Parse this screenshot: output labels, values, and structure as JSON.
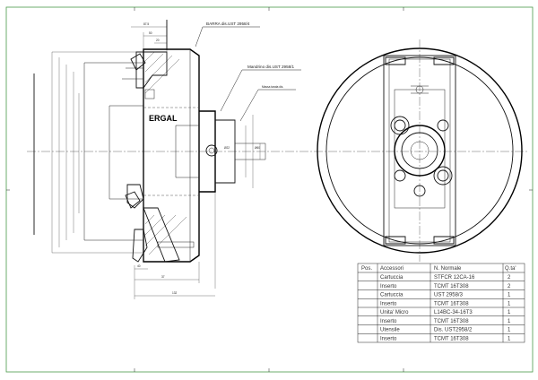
{
  "drawing": {
    "brand": "ERGAL",
    "callouts": {
      "barra": "BARRA dis.UST 2958/4",
      "mandrino": "Mandrino dis.UST 2958/1",
      "massa": "Massa tarata dis."
    },
    "dimensions": {
      "top_1": "87.5",
      "top_2": "50",
      "top_3": "20",
      "bottom_1": "40",
      "bottom_2": "37",
      "bottom_3": "132",
      "small_center": "Ø22",
      "mid_right": "Ø60"
    }
  },
  "table": {
    "headers": [
      "Pos.",
      "Accessori",
      "N. Normale",
      "Q.ta'"
    ],
    "rows": [
      [
        "",
        "Cartuccia",
        "STFCR 12CA-16",
        "2"
      ],
      [
        "",
        "Inserto",
        "TCMT 16T308",
        "2"
      ],
      [
        "",
        "Cartuccia",
        "UST 2958/3",
        "1"
      ],
      [
        "",
        "Inserto",
        "TCMT 16T308",
        "1"
      ],
      [
        "",
        "Unita' Micro",
        "L14BC-34-16T3",
        "1"
      ],
      [
        "",
        "Inserto",
        "TCMT 16T308",
        "1"
      ],
      [
        "",
        "Utensile",
        "Dis. UST2958/2",
        "1"
      ],
      [
        "",
        "Inserto",
        "TCMT 16T308",
        "1"
      ]
    ]
  }
}
